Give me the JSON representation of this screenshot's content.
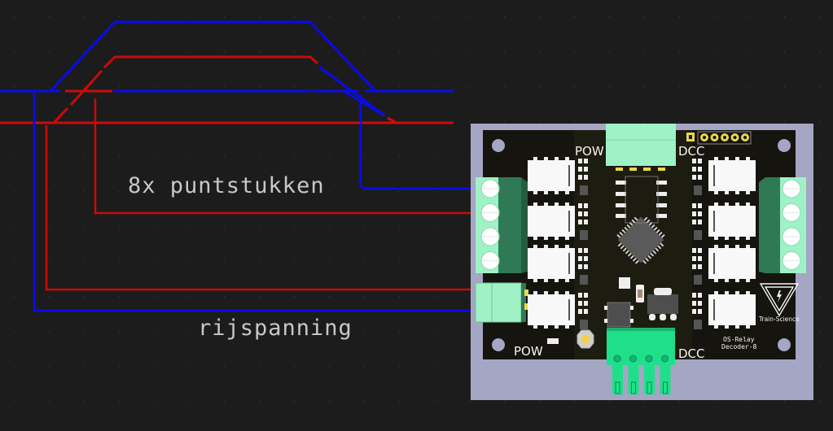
{
  "diagram": {
    "labels": {
      "frog_label": "8x puntstukken",
      "track_power_label": "rijspanning"
    },
    "wire_colors": {
      "blue_rail": "#0a0aee",
      "red_rail": "#cc0a0a"
    },
    "track_layout": {
      "description": "Siding with two turnouts; blue and red rails; frog wires and track power wires to PCB",
      "turnout_count": 2
    },
    "background": "#1c1c1c",
    "grid_dot_color": "#3a3a3a"
  },
  "pcb": {
    "title_line1": "OS-Relay",
    "title_line2": "Decoder-8",
    "brand": "Train-Science",
    "silkscreen_top_left": "POW",
    "silkscreen_top_right": "DCC",
    "silkscreen_bottom_left": "POW",
    "silkscreen_bottom_right": "DCC",
    "relay_count": 8,
    "terminal_blocks": [
      {
        "id": "left-4pin",
        "pins": 4
      },
      {
        "id": "left-power-2pin",
        "pins": 2
      },
      {
        "id": "right-4pin",
        "pins": 4
      },
      {
        "id": "top-connector",
        "pins": 2
      },
      {
        "id": "bottom-connector",
        "pins": 4
      }
    ],
    "pin_header_count": 6,
    "colors": {
      "board_outline": "#a5a5c4",
      "solder_mask": "#15140e",
      "terminal_light": "#9ff2c6",
      "terminal_dark": "#2f7a55",
      "connector_bright": "#1fe08a",
      "relay_body": "#f8f8f8",
      "pad_gold": "#e8d84a",
      "ic_body": "#5a5a5a"
    }
  }
}
